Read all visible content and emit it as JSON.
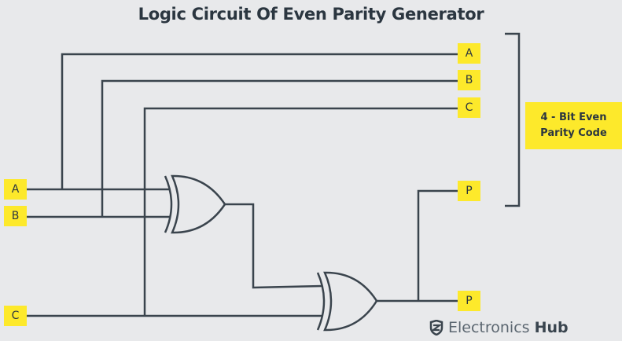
{
  "title": "Logic Circuit Of Even Parity Generator",
  "inputs": [
    {
      "label": "A"
    },
    {
      "label": "B"
    },
    {
      "label": "C"
    }
  ],
  "outputs": [
    {
      "label": "A"
    },
    {
      "label": "B"
    },
    {
      "label": "C"
    },
    {
      "label": "P"
    },
    {
      "label": "P"
    }
  ],
  "gates": [
    {
      "type": "XOR",
      "inputs": [
        "A",
        "B"
      ]
    },
    {
      "type": "XOR",
      "inputs": [
        "A XOR B",
        "C"
      ]
    }
  ],
  "parity_box": {
    "line1": "4 - Bit Even",
    "line2": "Parity Code"
  },
  "brand": {
    "name": "Electronics",
    "suffix": "Hub",
    "icon": "electronics-hub-shield-icon"
  },
  "colors": {
    "background": "#e8e9eb",
    "wire": "#3a444d",
    "label_fill": "#fde92b"
  }
}
